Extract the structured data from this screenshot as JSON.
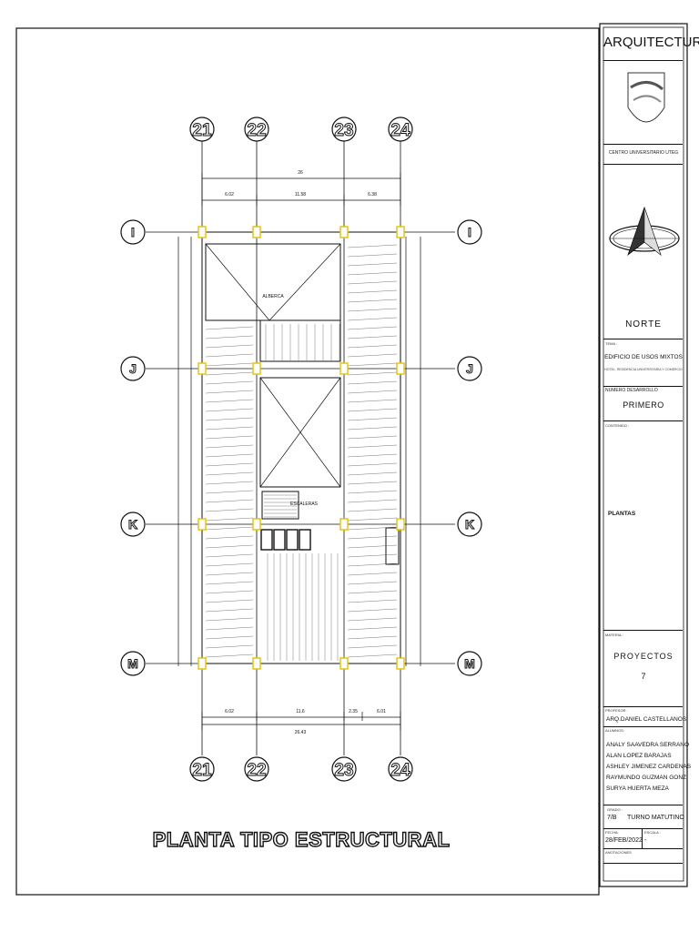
{
  "drawing": {
    "title": "PLANTA TIPO ESTRUCTURAL",
    "grid_columns": [
      "21",
      "22",
      "23",
      "24"
    ],
    "grid_rows": [
      "I",
      "J",
      "K",
      "M"
    ],
    "dims_top": {
      "overall": "26",
      "spans": [
        "6.02",
        "11.58",
        "6.38"
      ]
    },
    "dims_bottom": {
      "overall": "26.43",
      "spans": [
        "6.02",
        "11.6",
        "2.35",
        "6.01"
      ]
    },
    "room_labels": {
      "alberca": "ALBERCA",
      "escaleras": "ESCALERAS"
    }
  },
  "title_block": {
    "discipline": "ARQUITECTURA",
    "institution": "CENTRO UNIVERSITARIO UTEG",
    "north": "NORTE",
    "tema_label": "TEMA :",
    "tema": "EDIFICIO DE USOS MIXTOS",
    "tema_sub": "HOTEL, RESIDENCIA UNIVERSITARIA Y COMERCIO",
    "numero_label": "NUMERO DESARROLLO",
    "numero": "PRIMERO",
    "contenido_label": "CONTENIDO :",
    "contenido": "PLANTAS",
    "materia_label": "MATERIA :",
    "materia": "PROYECTOS",
    "materia_num": "7",
    "profesor_label": "PROFESOR:",
    "profesor": "ARQ.DANIEL CASTELLANOS",
    "alumnos_label": "ALUMNOS:",
    "alumnos": [
      "ANALY SAAVEDRA SERRANO",
      "ALAN LOPEZ BARAJAS",
      "ASHLEY JIMENEZ CARDENAS",
      "RAYMUNDO GUZMAN GONZ.",
      "SURYA HUERTA MEZA"
    ],
    "grado_label": "GRADO :",
    "grado": "7/B",
    "turno": "TURNO MATUTINO",
    "fecha_label": "FECHA:",
    "fecha": "28/FEB/2022",
    "escala_label": "ESCALA :",
    "escala": "-",
    "anotaciones_label": "ANOTACIONES"
  },
  "colors": {
    "line": "#111111",
    "column": "#e6c200",
    "hatch": "#555555"
  }
}
